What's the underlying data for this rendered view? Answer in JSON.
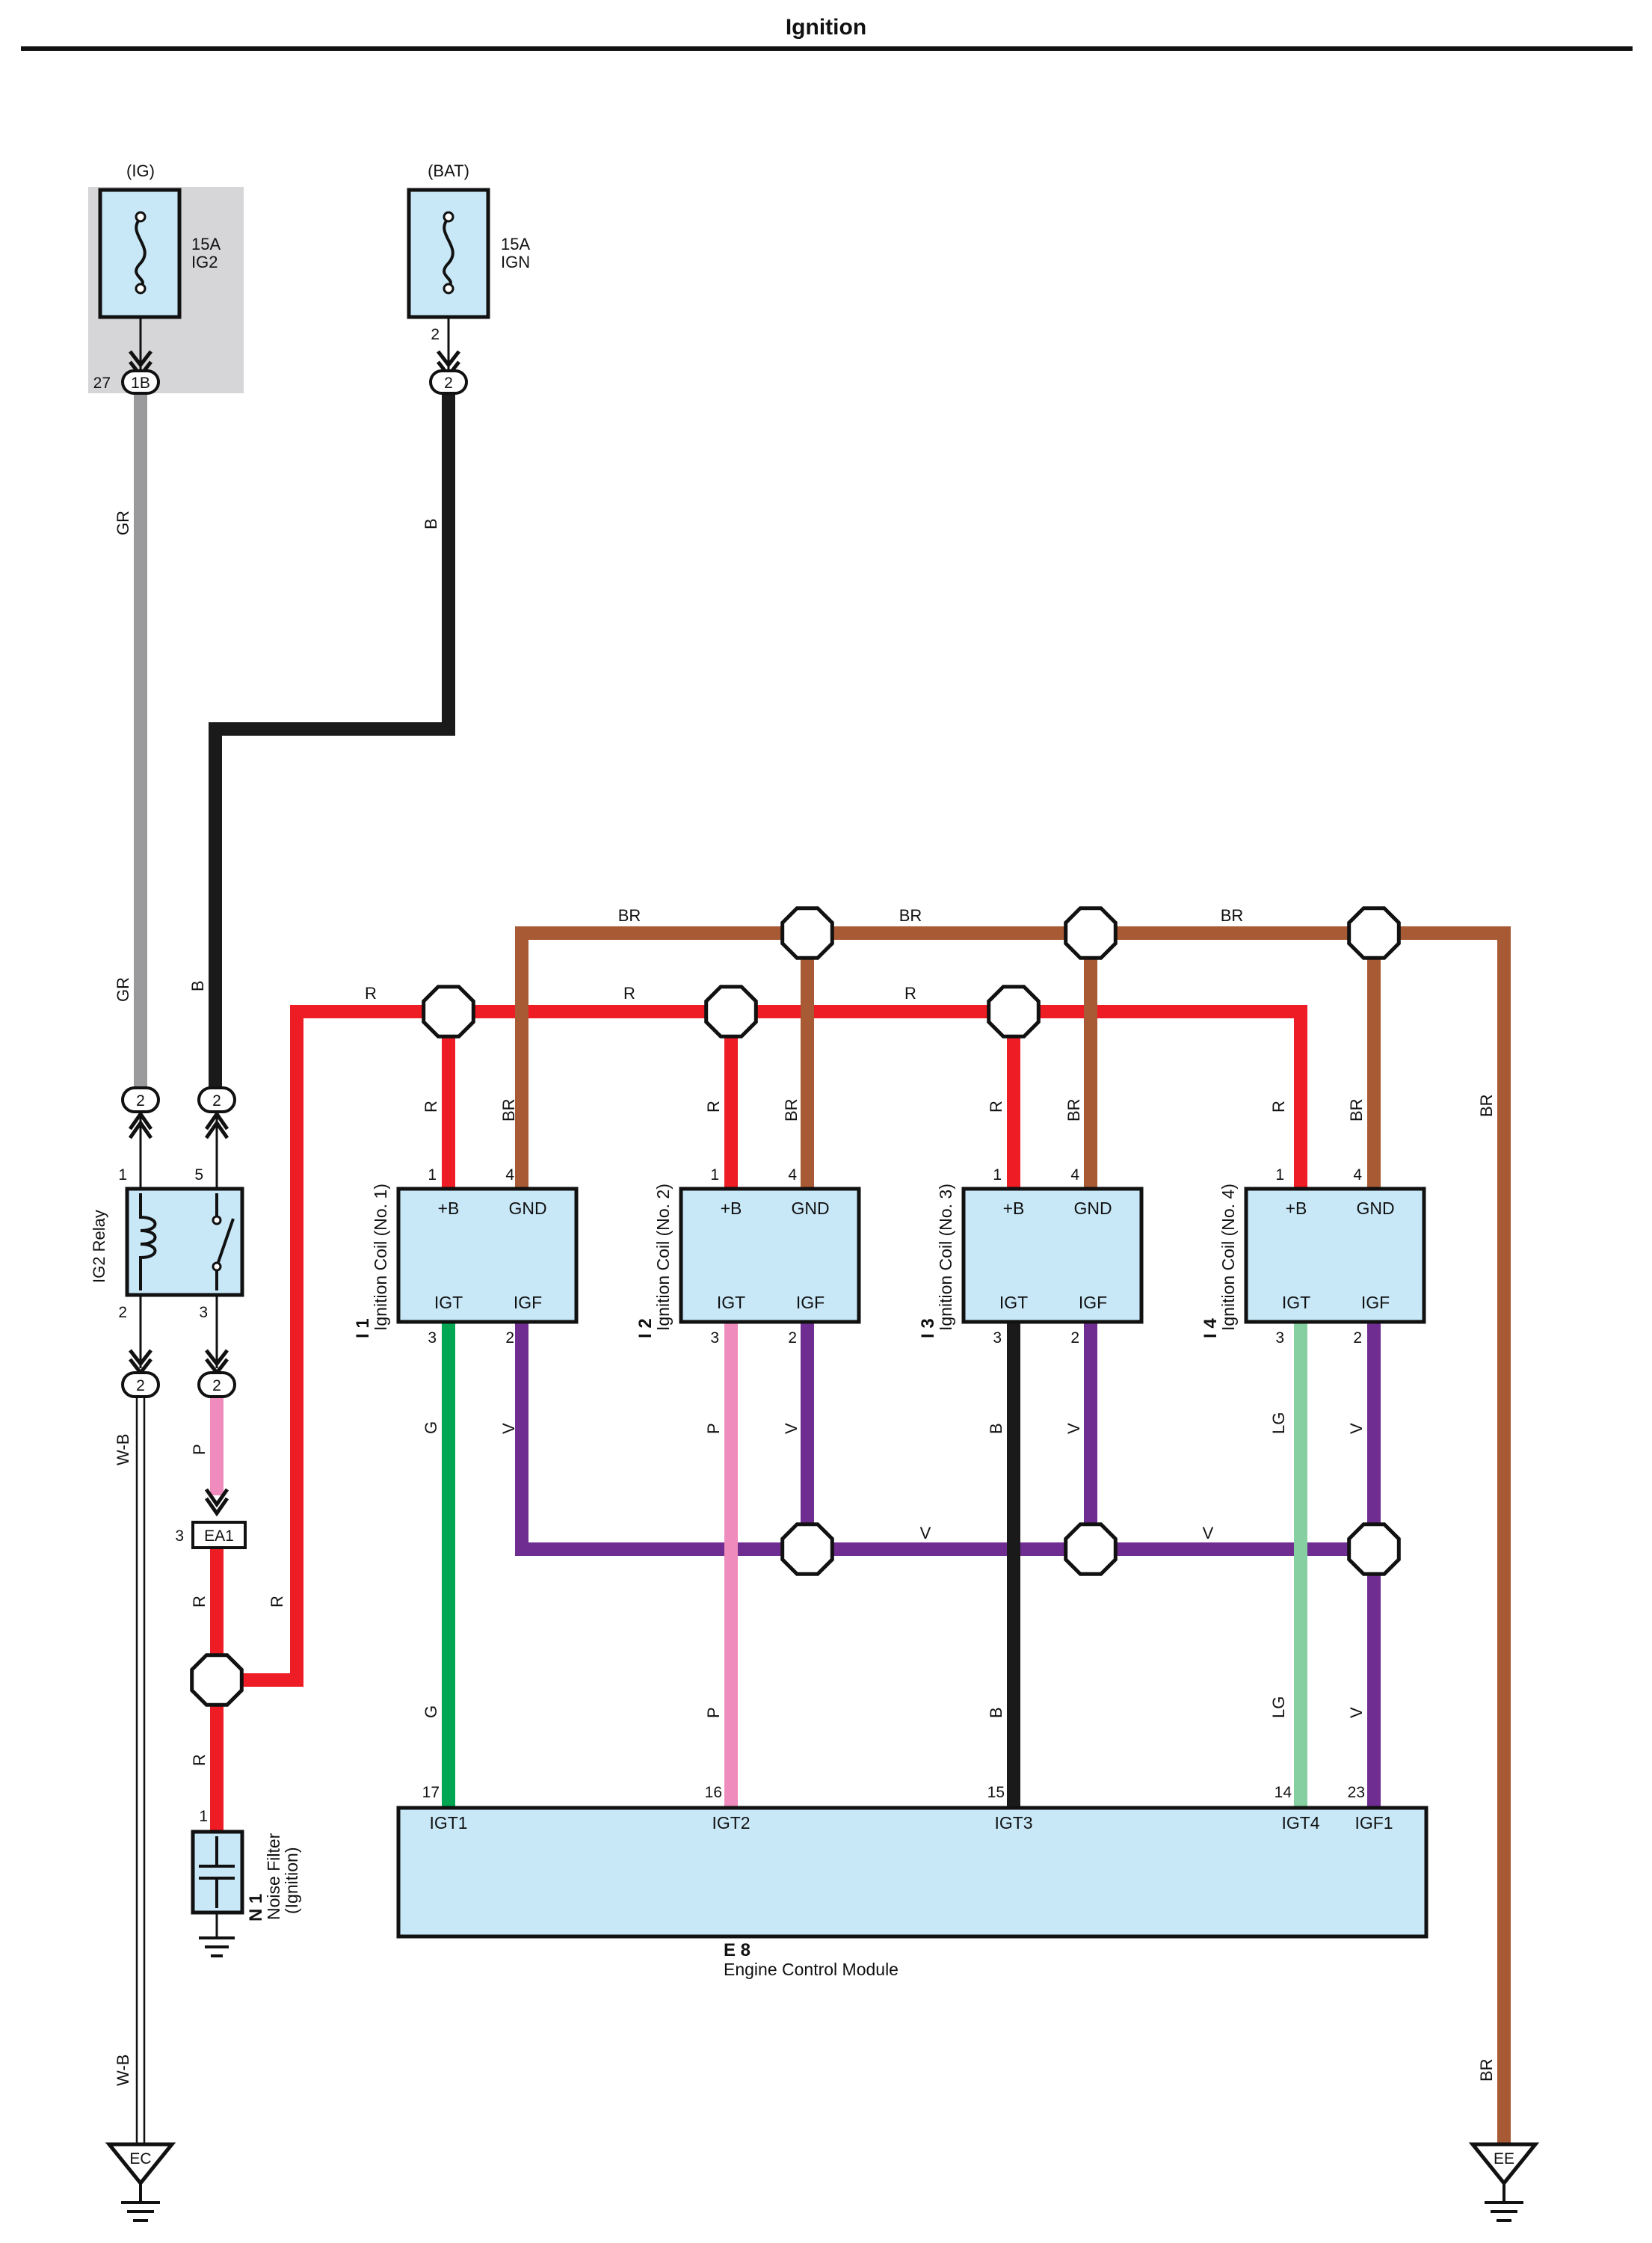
{
  "title": "Ignition",
  "colors": {
    "R": "#ee1c24",
    "B": "#1a1a1a",
    "BR": "#a85a34",
    "GR": "#9a9a9c",
    "G": "#00a651",
    "P": "#f08bbd",
    "V": "#6f2c91",
    "LG": "#86cfa0",
    "component_fill": "#c8e8f8",
    "shade": "#d6d6d8"
  },
  "fuses": [
    {
      "source": "(IG)",
      "rating": "15A",
      "name": "IG2",
      "pin": "27",
      "connector": "1B"
    },
    {
      "source": "(BAT)",
      "rating": "15A",
      "name": "IGN",
      "pin": "2",
      "connector": "2"
    }
  ],
  "relay": {
    "name": "IG2 Relay",
    "pins": {
      "coil_in": "1",
      "coil_out": "2",
      "switch_in": "5",
      "switch_out": "3"
    },
    "connector_top_left": "2",
    "connector_top_right": "2",
    "connector_bottom_left": "2",
    "connector_bottom_right": "2"
  },
  "ea1": {
    "pin": "3",
    "label": "EA1"
  },
  "noise_filter": {
    "id": "N 1",
    "name": "Noise Filter",
    "sub": "(Ignition)",
    "pin": "1"
  },
  "coils": [
    {
      "id": "I 1",
      "name": "Ignition Coil (No. 1)",
      "pin_b": "1",
      "pin_gnd": "4",
      "pin_igt": "3",
      "pin_igf": "2",
      "lbl_b": "+B",
      "lbl_gnd": "GND",
      "lbl_igt": "IGT",
      "lbl_igf": "IGF"
    },
    {
      "id": "I 2",
      "name": "Ignition Coil (No. 2)",
      "pin_b": "1",
      "pin_gnd": "4",
      "pin_igt": "3",
      "pin_igf": "2",
      "lbl_b": "+B",
      "lbl_gnd": "GND",
      "lbl_igt": "IGT",
      "lbl_igf": "IGF"
    },
    {
      "id": "I 3",
      "name": "Ignition Coil (No. 3)",
      "pin_b": "1",
      "pin_gnd": "4",
      "pin_igt": "3",
      "pin_igf": "2",
      "lbl_b": "+B",
      "lbl_gnd": "GND",
      "lbl_igt": "IGT",
      "lbl_igf": "IGF"
    },
    {
      "id": "I 4",
      "name": "Ignition Coil (No. 4)",
      "pin_b": "1",
      "pin_gnd": "4",
      "pin_igt": "3",
      "pin_igf": "2",
      "lbl_b": "+B",
      "lbl_gnd": "GND",
      "lbl_igt": "IGT",
      "lbl_igf": "IGF"
    }
  ],
  "ecm": {
    "id": "E 8",
    "name": "Engine Control Module",
    "terminals": [
      {
        "pin": "17",
        "label": "IGT1"
      },
      {
        "pin": "16",
        "label": "IGT2"
      },
      {
        "pin": "15",
        "label": "IGT3"
      },
      {
        "pin": "14",
        "label": "IGT4"
      },
      {
        "pin": "23",
        "label": "IGF1"
      }
    ]
  },
  "grounds": {
    "left": "EC",
    "right": "EE"
  },
  "wire_labels": {
    "gr": "GR",
    "b": "B",
    "br": "BR",
    "r": "R",
    "wb": "W-B",
    "p": "P",
    "v": "V",
    "g": "G",
    "lg": "LG"
  }
}
